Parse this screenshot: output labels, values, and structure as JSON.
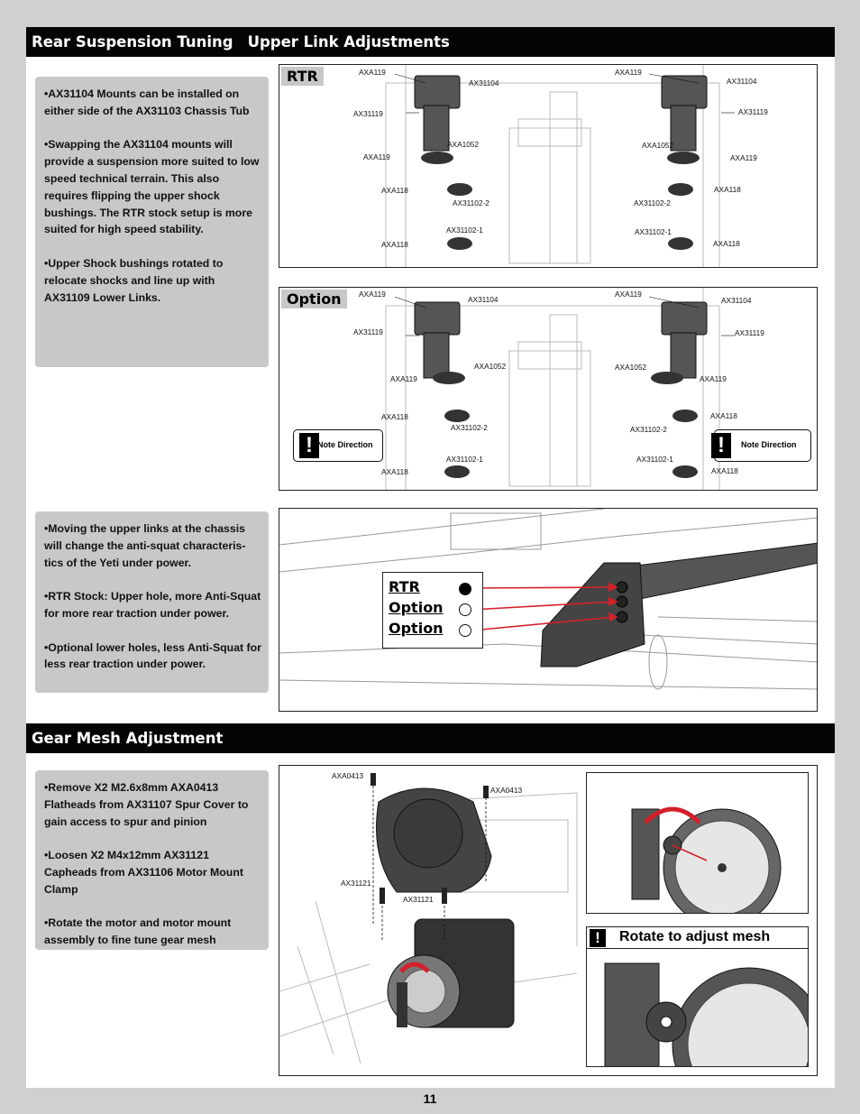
{
  "section1": {
    "title_a": "Rear Suspension Tuning",
    "title_b": "Upper Link Adjustments"
  },
  "note1": {
    "p1": "•AX31104 Mounts can be installed on either side of the AX31103 Chassis Tub",
    "p2": "•Swapping the AX31104 mounts will provide a suspension more suited to low speed technical terrain. This also requires flipping the upper shock bushings. The RTR stock setup is more suited for high speed stability.",
    "p3": "•Upper Shock bushings rotated to relocate shocks and line up with AX31109 Lower Links."
  },
  "rtr_panel": {
    "tag": "RTR",
    "labels": {
      "l_axa119_top": "AXA119",
      "l_ax31104": "AX31104",
      "l_ax31119": "AX31119",
      "l_axa1052": "AXA1052",
      "l_axa119_mid": "AXA119",
      "l_axa118_a": "AXA118",
      "l_ax31102_2": "AX31102-2",
      "l_ax31102_1": "AX31102-1",
      "l_axa118_b": "AXA118",
      "r_axa119_top": "AXA119",
      "r_ax31104": "AX31104",
      "r_ax31119": "AX31119",
      "r_axa1052": "AXA1052",
      "r_axa119_mid": "AXA119",
      "r_axa118_a": "AXA118",
      "r_ax31102_2": "AX31102-2",
      "r_ax31102_1": "AX31102-1",
      "r_axa118_b": "AXA118"
    }
  },
  "option_panel": {
    "tag": "Option",
    "warn_left": "Note Direction",
    "warn_right": "Note Direction",
    "labels": {
      "l_axa119_top": "AXA119",
      "l_ax31104": "AX31104",
      "l_ax31119": "AX31119",
      "l_axa1052": "AXA1052",
      "l_axa119_mid": "AXA119",
      "l_axa118_a": "AXA118",
      "l_ax31102_2": "AX31102-2",
      "l_ax31102_1": "AX31102-1",
      "l_axa118_b": "AXA118",
      "r_axa119_top": "AXA119",
      "r_ax31104": "AX31104",
      "r_ax31119": "AX31119",
      "r_axa1052": "AXA1052",
      "r_axa119_mid": "AXA119",
      "r_axa118_a": "AXA118",
      "r_ax31102_2": "AX31102-2",
      "r_ax31102_1": "AX31102-1",
      "r_axa118_b": "AXA118"
    }
  },
  "note2": {
    "p1": "•Moving the upper links at the chassis will change the anti-squat characteris- tics of the Yeti under power.",
    "p2": "•RTR Stock:  Upper hole, more Anti-Squat for more rear traction under power.",
    "p3": "•Optional lower holes, less Anti-Squat for less rear traction under power."
  },
  "anti_squat_panel": {
    "opt1": "RTR",
    "opt2": "Option",
    "opt3": "Option",
    "arrow_color": "#d4202a"
  },
  "section2": {
    "title": "Gear Mesh Adjustment"
  },
  "note3": {
    "p1": "•Remove X2 M2.6x8mm AXA0413 Flatheads from AX31107 Spur Cover to gain access to spur and pinion",
    "p2": "•Loosen X2 M4x12mm AX31121 Capheads from AX31106 Motor Mount Clamp",
    "p3": "•Rotate the motor and motor mount assembly to fine tune gear mesh"
  },
  "gear_panel": {
    "lbl_axa0413_a": "AXA0413",
    "lbl_axa0413_b": "AXA0413",
    "lbl_ax31121_a": "AX31121",
    "lbl_ax31121_b": "AX31121",
    "rotate_text": "Rotate to adjust mesh"
  },
  "page_number": "11"
}
